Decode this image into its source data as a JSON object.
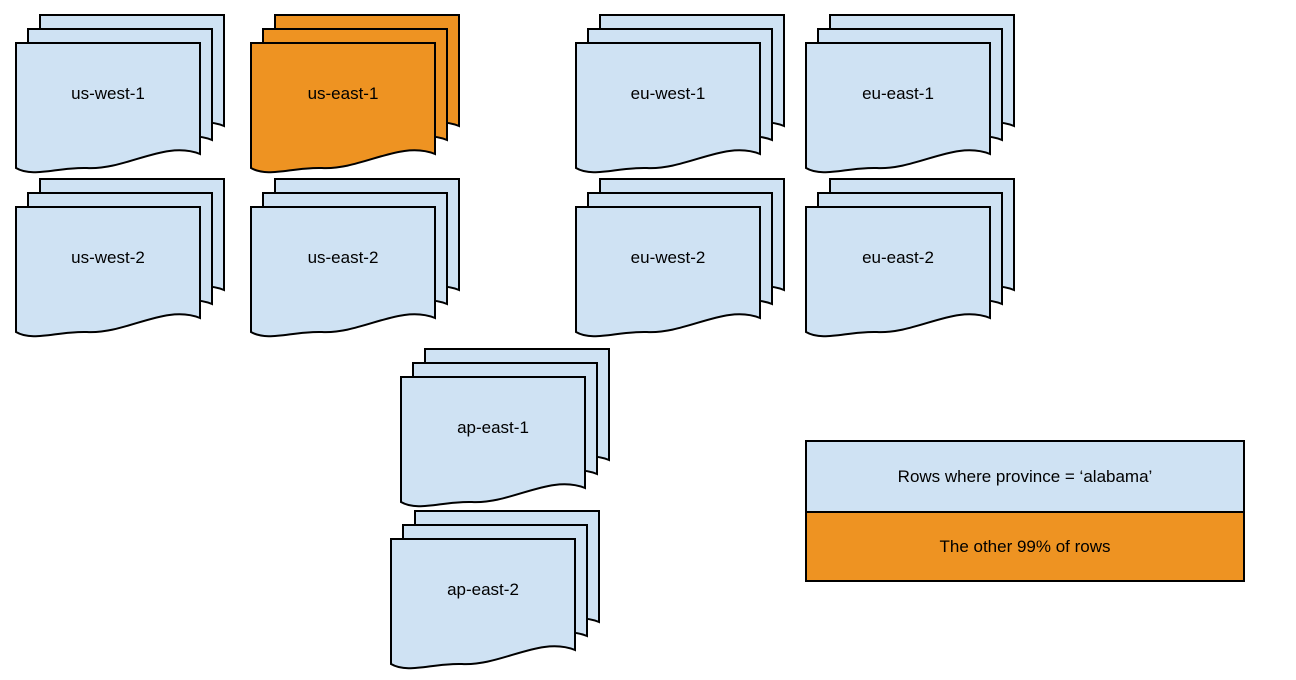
{
  "colors": {
    "region_fill": "#cfe2f3",
    "highlight_fill": "#ee9322",
    "stroke": "#000000"
  },
  "stacks": [
    {
      "label": "us-west-1",
      "variant": "normal"
    },
    {
      "label": "us-east-1",
      "variant": "highlight"
    },
    {
      "label": "eu-west-1",
      "variant": "normal"
    },
    {
      "label": "eu-east-1",
      "variant": "normal"
    },
    {
      "label": "us-west-2",
      "variant": "normal"
    },
    {
      "label": "us-east-2",
      "variant": "normal"
    },
    {
      "label": "eu-west-2",
      "variant": "normal"
    },
    {
      "label": "eu-east-2",
      "variant": "normal"
    },
    {
      "label": "ap-east-1",
      "variant": "normal"
    },
    {
      "label": "ap-east-2",
      "variant": "normal"
    }
  ],
  "legend": {
    "items": [
      {
        "label": "Rows where province = ‘alabama’",
        "variant": "normal"
      },
      {
        "label": "The other 99% of rows",
        "variant": "highlight"
      }
    ]
  }
}
